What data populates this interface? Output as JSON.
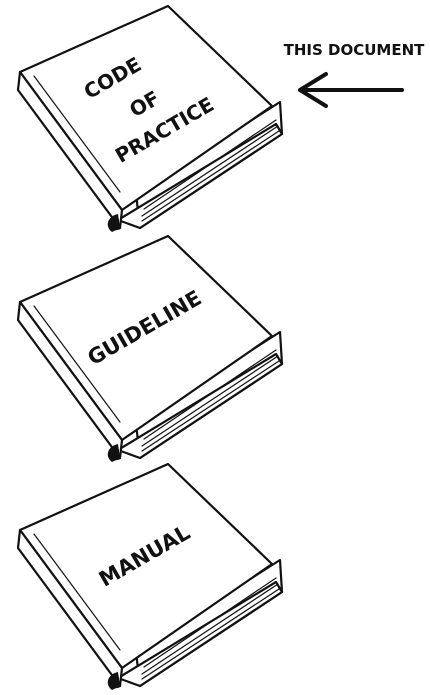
{
  "books": [
    {
      "id": "code-of-practice",
      "title_lines": [
        "CODE",
        "OF",
        "PRACTICE"
      ]
    },
    {
      "id": "guideline",
      "title_lines": [
        "GUIDELINE"
      ]
    },
    {
      "id": "manual",
      "title_lines": [
        "MANUAL"
      ]
    }
  ],
  "pointer": {
    "label": "THIS DOCUMENT",
    "target": "code-of-practice",
    "icon": "left-arrow-icon"
  },
  "colors": {
    "ink": "#111111",
    "paper": "#ffffff"
  }
}
